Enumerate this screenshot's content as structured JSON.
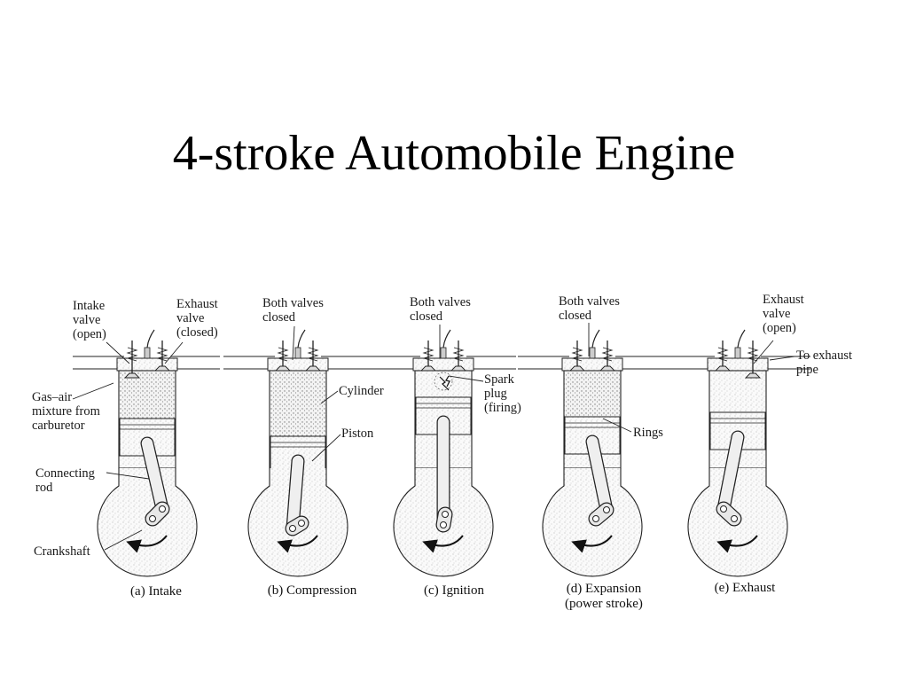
{
  "title": "4-stroke Automobile Engine",
  "panels": [
    {
      "id": "a",
      "caption": "(a) Intake",
      "labels": {
        "intake_valve": "Intake\nvalve\n(open)",
        "exhaust_valve": "Exhaust\nvalve\n(closed)",
        "gas_air": "Gas–air\nmixture from\ncarburetor",
        "connecting_rod": "Connecting\nrod",
        "crankshaft": "Crankshaft"
      }
    },
    {
      "id": "b",
      "caption": "(b) Compression",
      "labels": {
        "valves": "Both valves\nclosed",
        "cylinder": "Cylinder",
        "piston": "Piston"
      }
    },
    {
      "id": "c",
      "caption": "(c) Ignition",
      "labels": {
        "valves": "Both valves\nclosed",
        "spark_plug": "Spark\nplug\n(firing)"
      }
    },
    {
      "id": "d",
      "caption": "(d) Expansion\n(power stroke)",
      "labels": {
        "valves": "Both valves\nclosed",
        "rings": "Rings"
      }
    },
    {
      "id": "e",
      "caption": "(e) Exhaust",
      "labels": {
        "exhaust_valve": "Exhaust\nvalve\n(open)",
        "to_exhaust": "To exhaust\npipe"
      }
    }
  ]
}
